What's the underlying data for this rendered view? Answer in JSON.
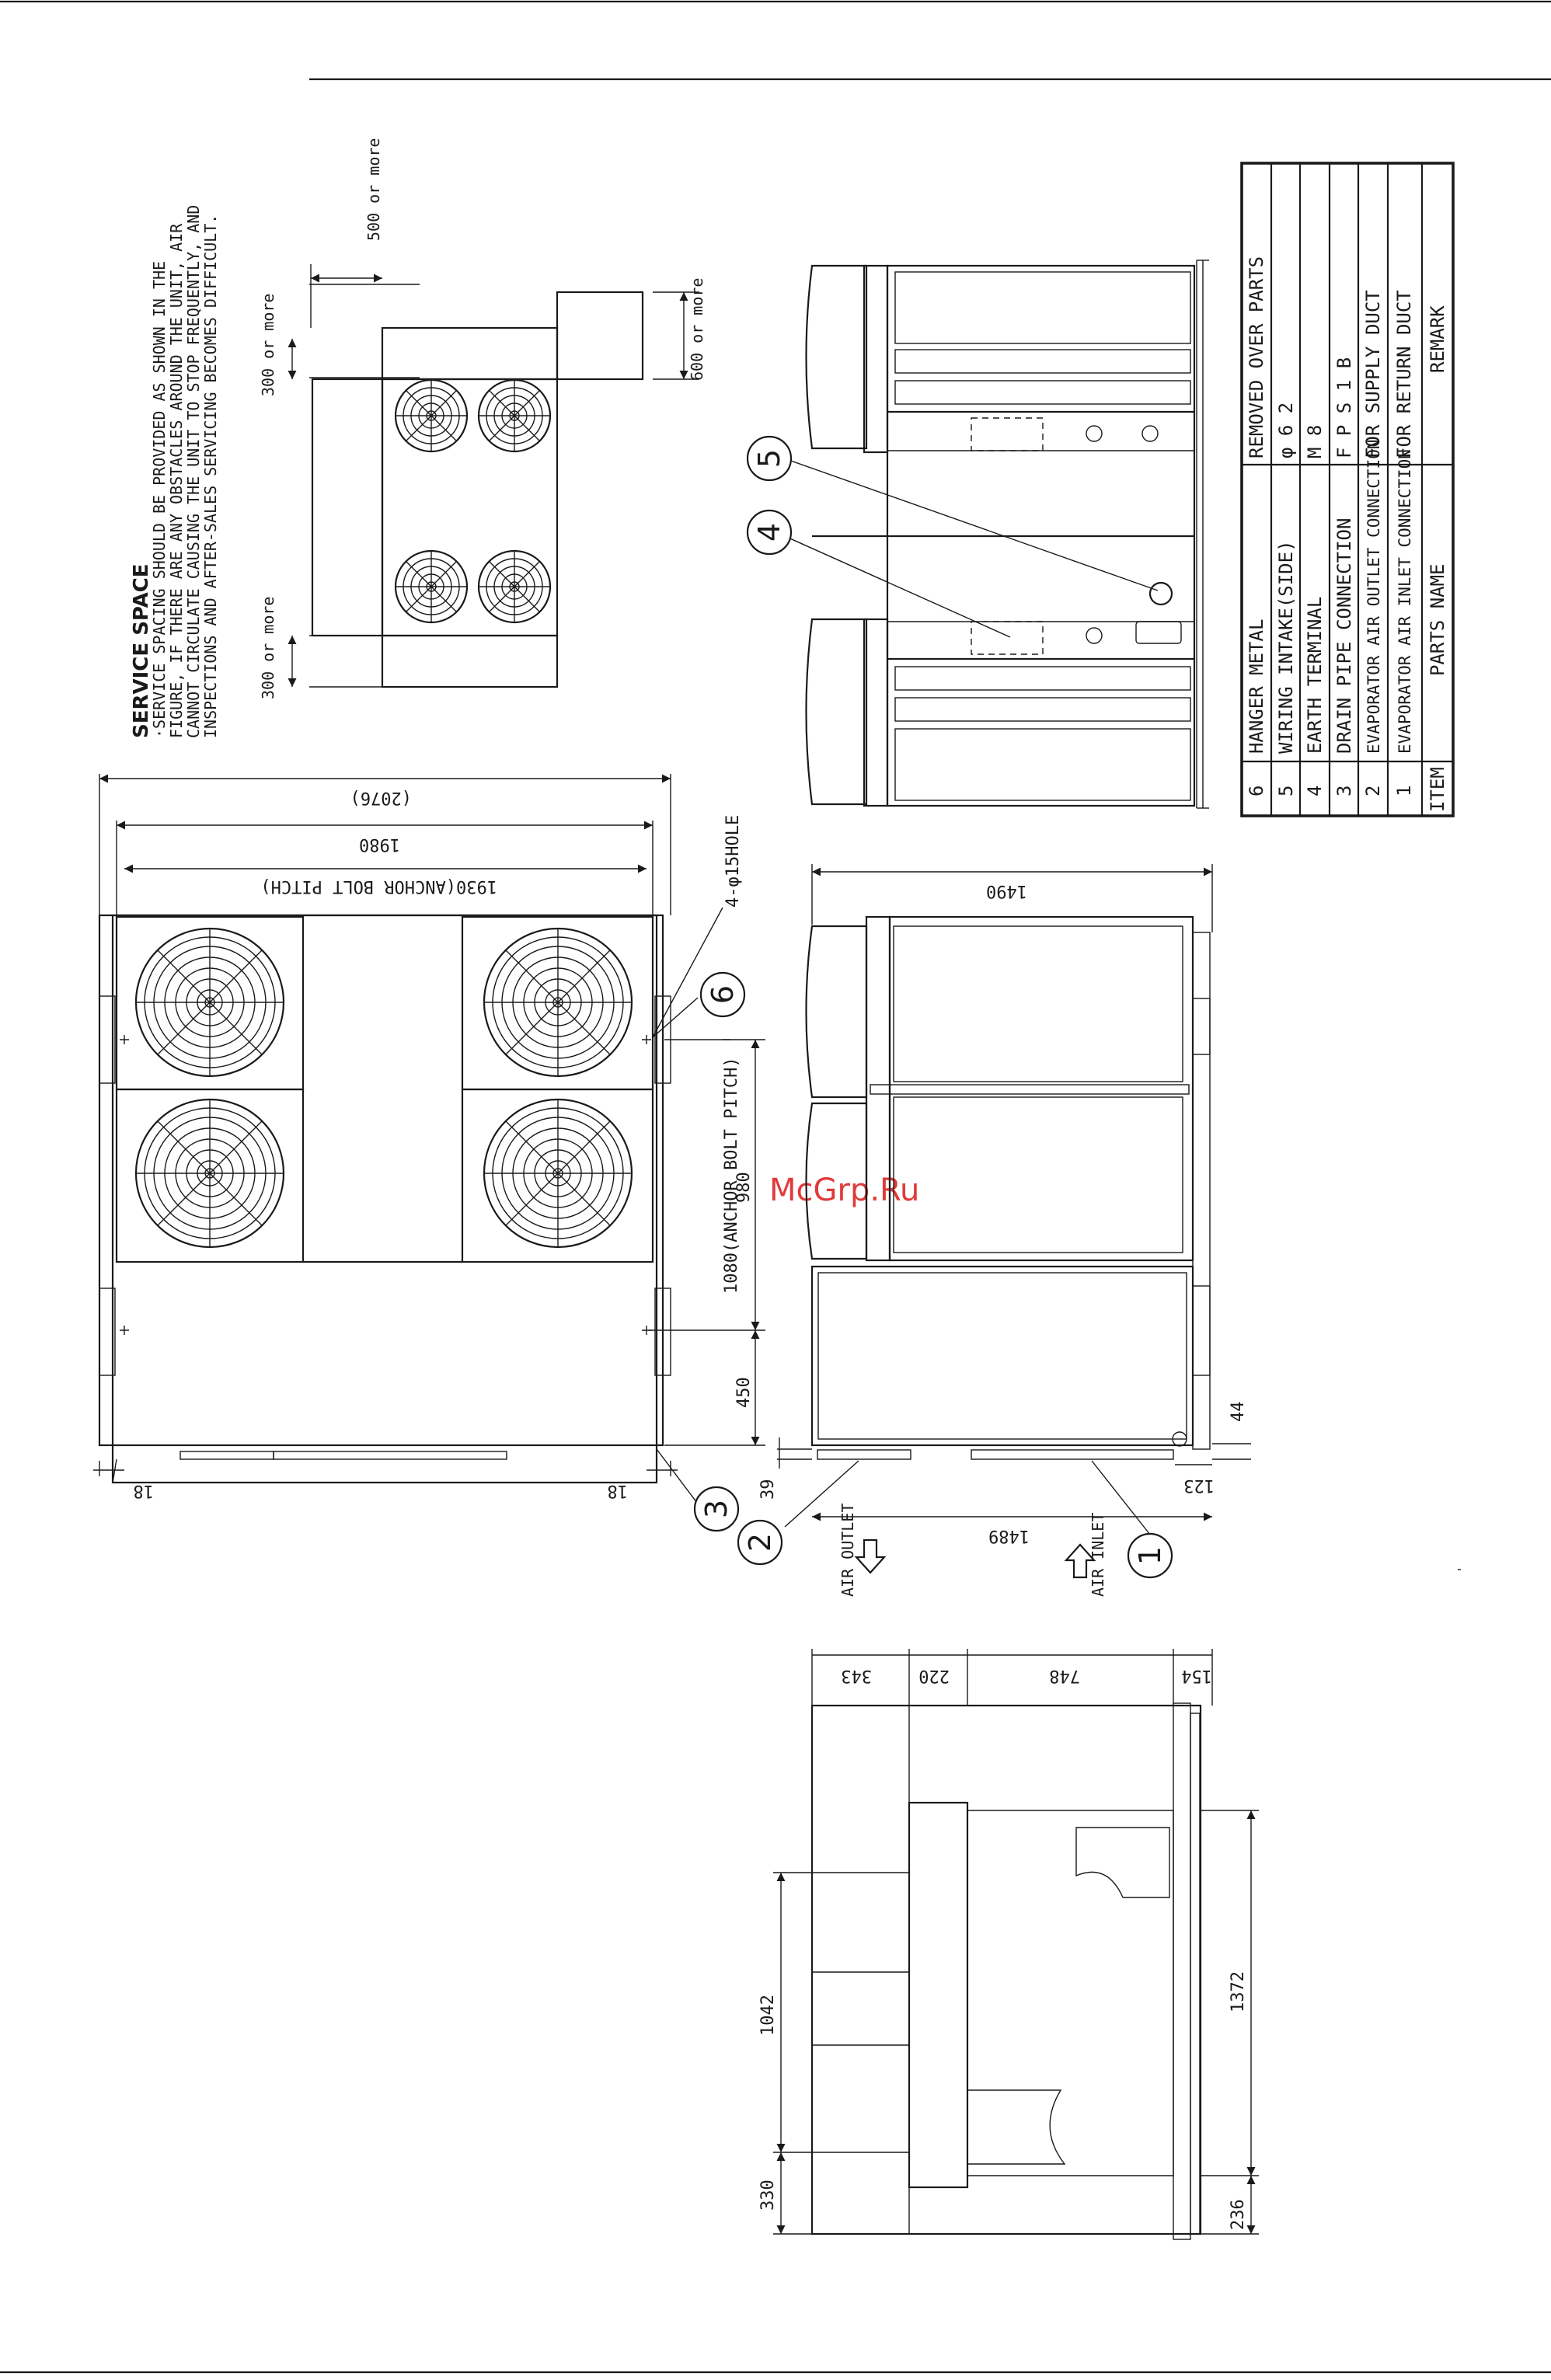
{
  "watermark": "McGrp.Ru",
  "service_space": {
    "title": "SERVICE SPACE",
    "notes": [
      "·SERVICE SPACING SHOULD BE PROVIDED AS SHOWN IN THE",
      "FIGURE, IF THERE ARE ANY OBSTACLES AROUND THE UNIT, AIR",
      "CANNOT CIRCULATE CAUSING THE UNIT TO STOP FREQUENTLY, AND",
      "INSPECTIONS AND AFTER-SALES SERVICING BECOMES DIFFICULT."
    ],
    "clearances": {
      "top": "500 or more",
      "side_a": "300 or more",
      "side_b": "300 or more",
      "right": "600 or more"
    }
  },
  "top_view": {
    "dims": {
      "overall": "(2076)",
      "body": "1980",
      "anchor_pitch_long": "1930(ANCHOR BOLT PITCH)",
      "anchor_pitch_short": "1080(ANCHOR BOLT PITCH)",
      "d_450": "450",
      "d_980": "980",
      "d_18_left": "18",
      "d_18_right": "18"
    },
    "hole_note": "4-φ15HOLE"
  },
  "front_view": {
    "dims": {
      "height": "1490",
      "width": "1489",
      "d_39": "39",
      "d_44": "44",
      "d_123": "123"
    },
    "air_outlet": "AIR OUTLET",
    "air_inlet": "AIR INLET"
  },
  "side_view": {
    "dims": {
      "d_343": "343",
      "d_220": "220",
      "d_748": "748",
      "d_154": "154",
      "d_1042": "1042",
      "d_330": "330",
      "d_1372": "1372",
      "d_236": "236"
    }
  },
  "balloons": [
    "1",
    "2",
    "3",
    "4",
    "5",
    "6"
  ],
  "parts_table": {
    "headers": {
      "item": "ITEM",
      "name": "PARTS NAME",
      "remark": "REMARK"
    },
    "rows": [
      {
        "item": "6",
        "name": "HANGER METAL",
        "remark": "REMOVED OVER PARTS"
      },
      {
        "item": "5",
        "name": "WIRING INTAKE(SIDE)",
        "remark": "φ 6 2"
      },
      {
        "item": "4",
        "name": "EARTH TERMINAL",
        "remark": "M 8"
      },
      {
        "item": "3",
        "name": "DRAIN PIPE CONNECTION",
        "remark": "F P S 1 B"
      },
      {
        "item": "2",
        "name": "EVAPORATOR AIR OUTLET CONNECTION",
        "remark": "FOR SUPPLY DUCT"
      },
      {
        "item": "1",
        "name": "EVAPORATOR AIR INLET CONNECTION",
        "remark": "FOR RETURN DUCT"
      }
    ]
  }
}
